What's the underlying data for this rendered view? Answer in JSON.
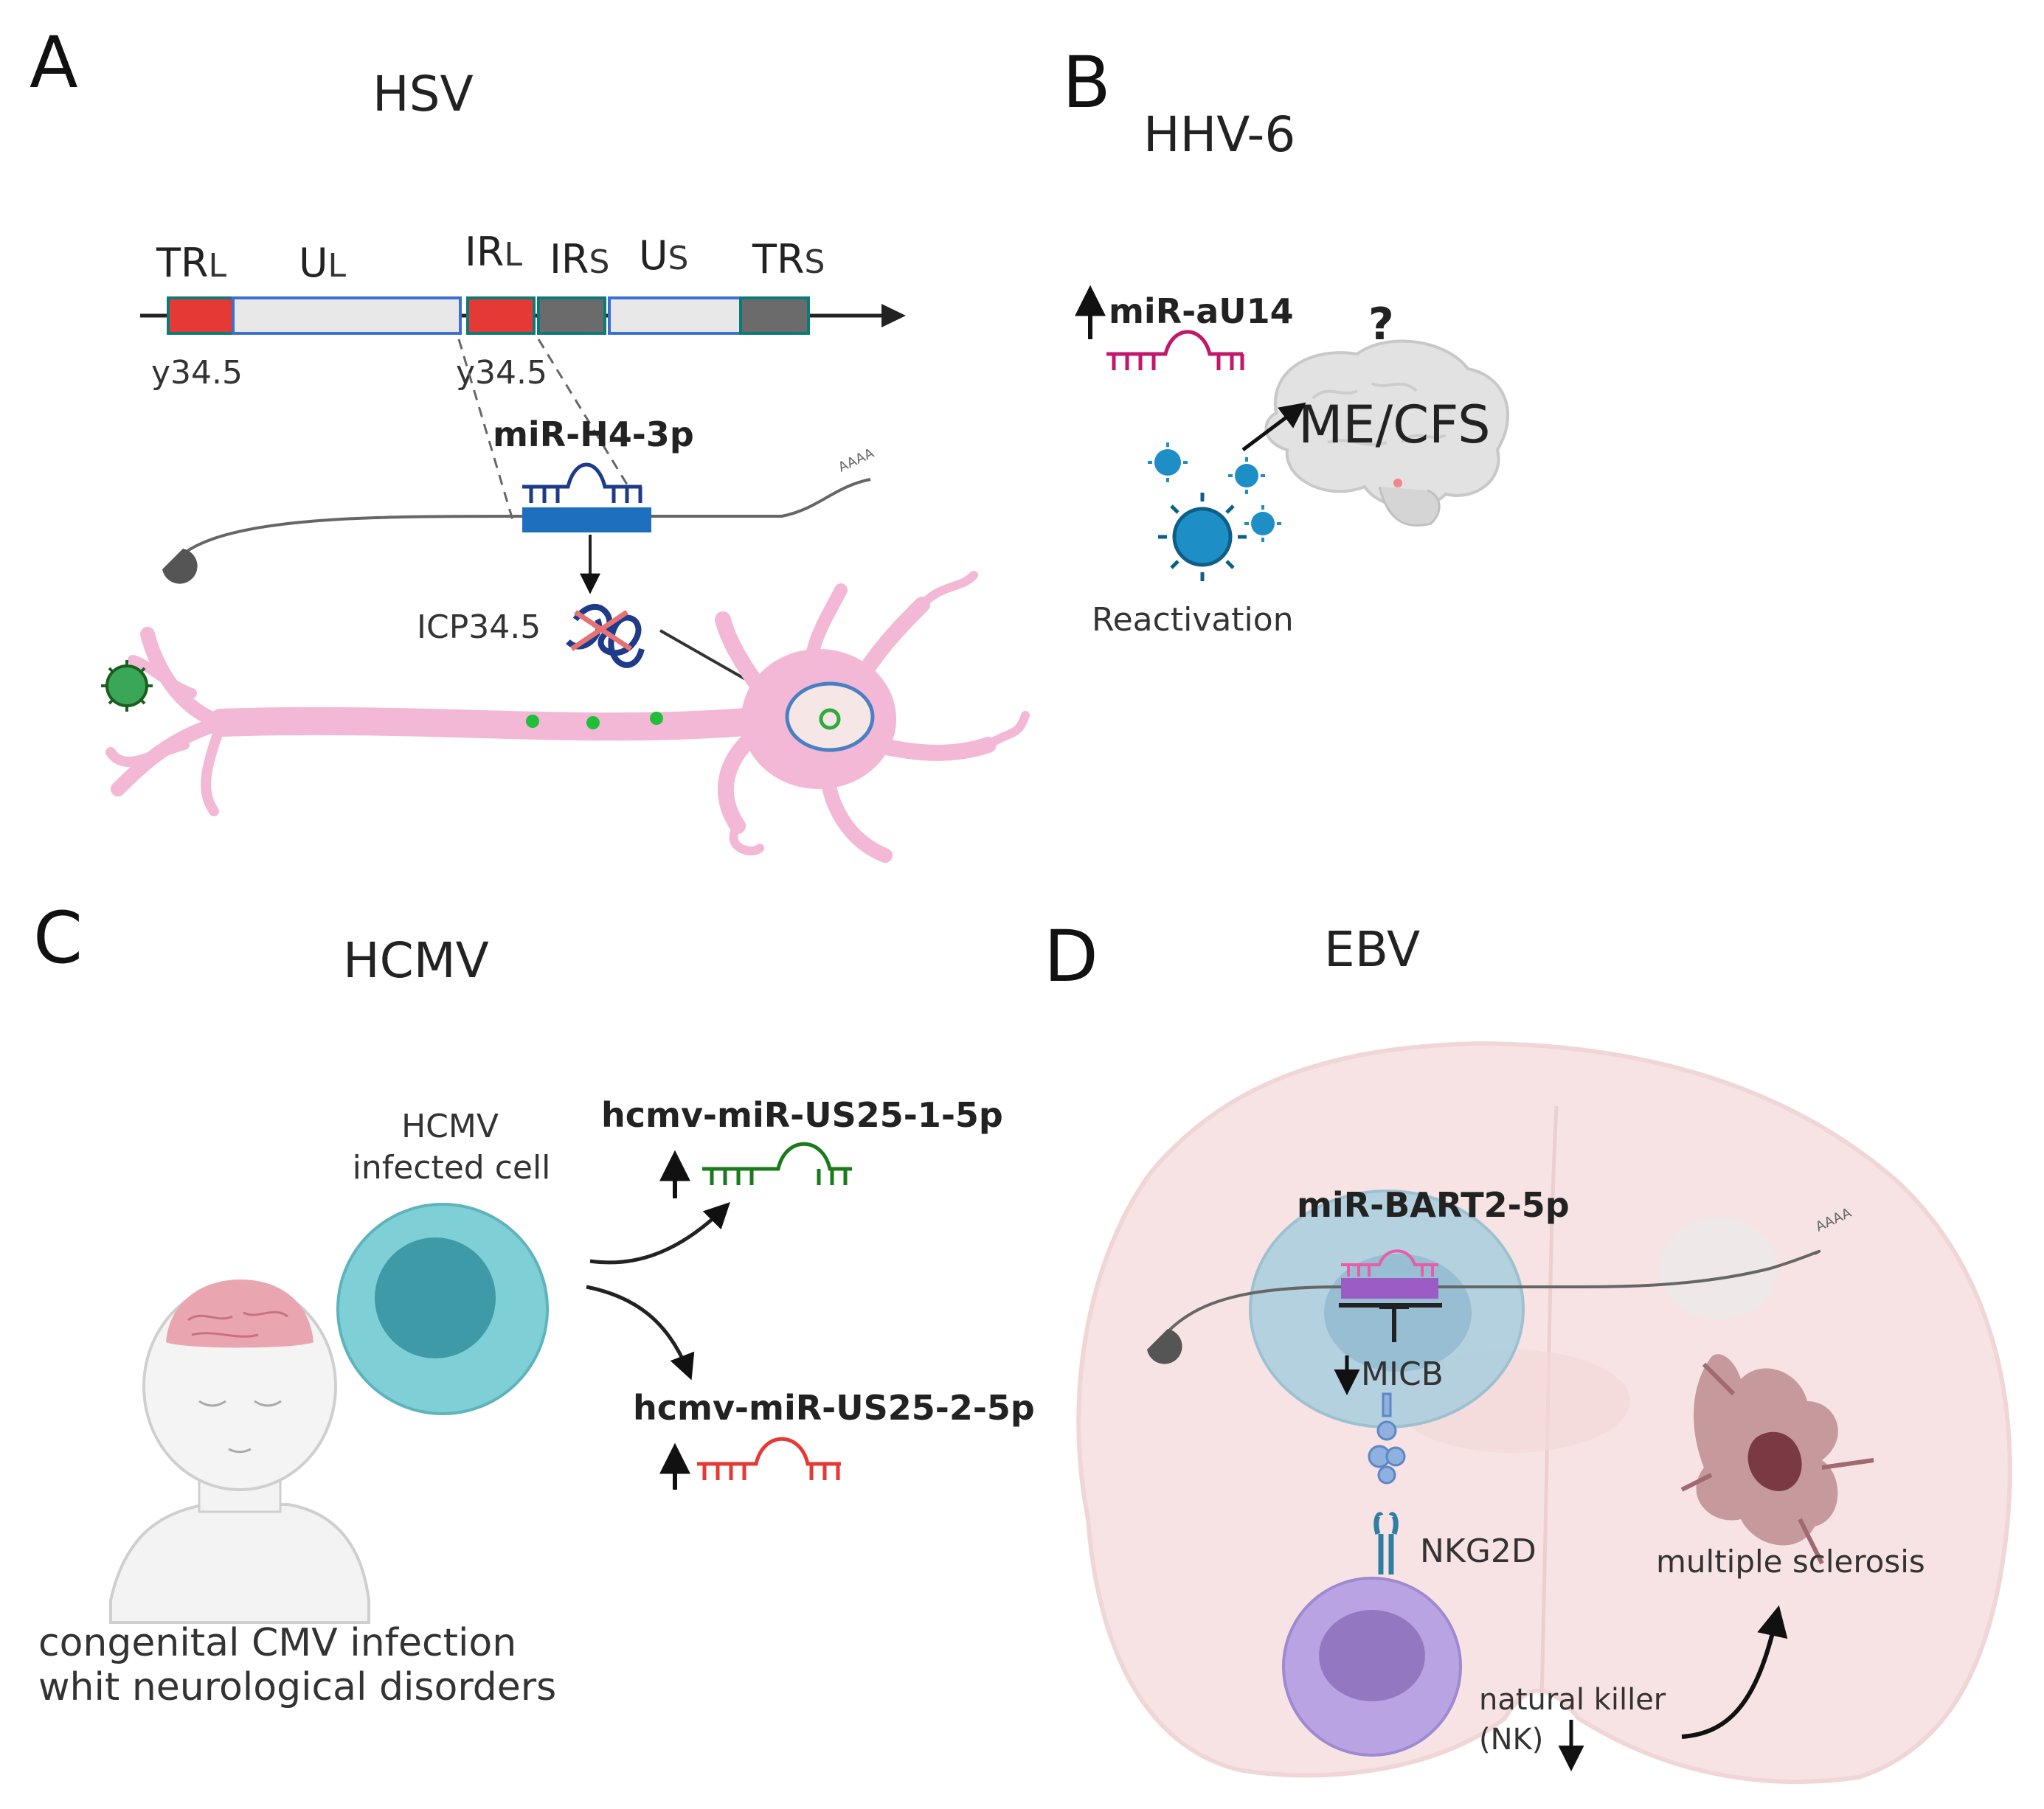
{
  "panels": {
    "a": {
      "letter": "A",
      "title": "HSV",
      "regions": [
        "TR",
        "U",
        "IR",
        "IR",
        "U",
        "TR"
      ],
      "region_subs": [
        "L",
        "L",
        "L",
        "S",
        "S",
        "S"
      ],
      "gene_labels": [
        "y34.5",
        "y34.5"
      ],
      "mirna": "miR-H4-3p",
      "polya": "AAAA",
      "protein": "ICP34.5"
    },
    "b": {
      "letter": "B",
      "title": "HHV-6",
      "mirna": "miR-aU14",
      "question": "?",
      "disease": "ME/CFS",
      "event": "Reactivation"
    },
    "c": {
      "letter": "C",
      "title": "HCMV",
      "cell_label_1": "HCMV",
      "cell_label_2": "infected cell",
      "mirna_1": "hcmv-miR-US25-1-5p",
      "mirna_2": "hcmv-miR-US25-2-5p",
      "caption_1": "congenital CMV infection",
      "caption_2": "whit neurological disorders"
    },
    "d": {
      "letter": "D",
      "title": "EBV",
      "mirna": "miR-BART2-5p",
      "polya": "AAAA",
      "target": "MICB",
      "receptor": "NKG2D",
      "cell_1": "natural killer",
      "cell_2": "(NK)",
      "disease": "multiple sclerosis"
    }
  },
  "colors": {
    "neuron": "#f2b8d6",
    "red_region": "#e53935",
    "grey_region": "#6b6b6b",
    "blue_mirna": "#1e3a8a",
    "blue_mrna_box": "#1f6fbf",
    "pink_mirna": "#c2186b",
    "green_mirna": "#1b7a1b",
    "red_mirna": "#e53935",
    "virus_blue": "#1d8fc6",
    "cell_teal": "#7fcfd6",
    "nk_purple": "#b9a3e3",
    "brain_pink": "#f7e3e3"
  }
}
